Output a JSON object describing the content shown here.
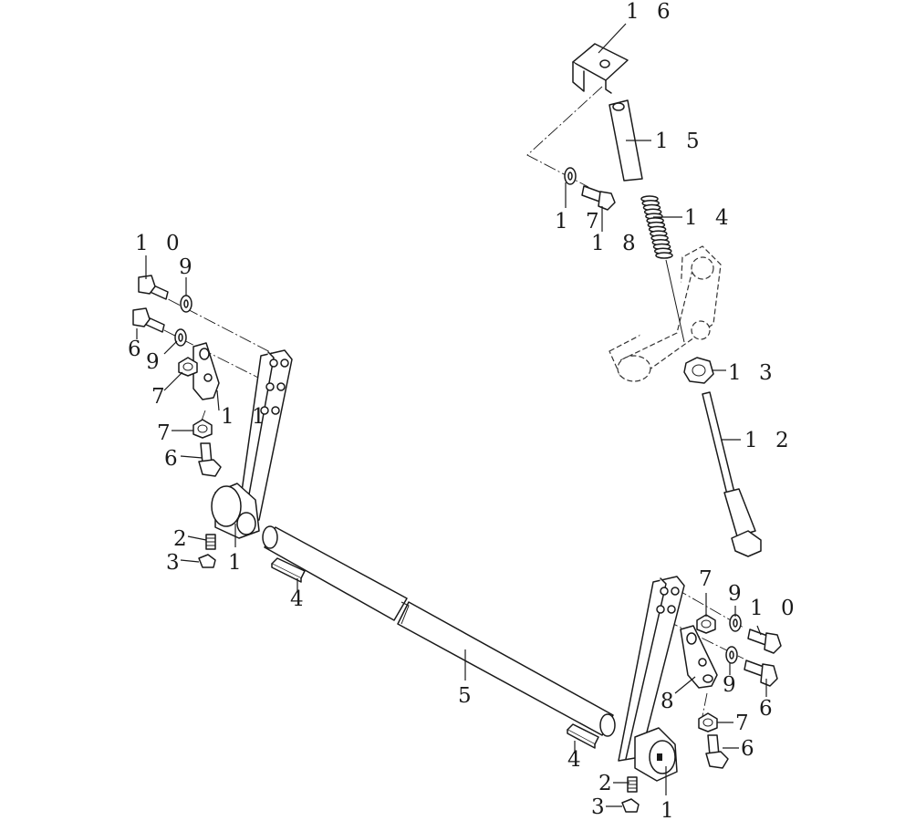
{
  "labels": {
    "l16": "1 6",
    "l15": "1 5",
    "l14": "1 4",
    "l17": "1 7",
    "l18": "1 8",
    "l13": "1 3",
    "l12": "1 2",
    "l10a": "1 0",
    "l9a": "9",
    "l6a": "6",
    "l9b": "9",
    "l7a": "7",
    "l11": "1 1",
    "l7b": "7",
    "l6b": "6",
    "l2a": "2",
    "l3a": "3",
    "l1a": "1",
    "l4a": "4",
    "l5": "5",
    "l7c": "7",
    "l9c": "9",
    "l10b": "1 0",
    "l9d": "9",
    "l8": "8",
    "l6c": "6",
    "l7d": "7",
    "l6d": "6",
    "l4b": "4",
    "l2b": "2",
    "l3b": "3",
    "l1b": "1"
  }
}
